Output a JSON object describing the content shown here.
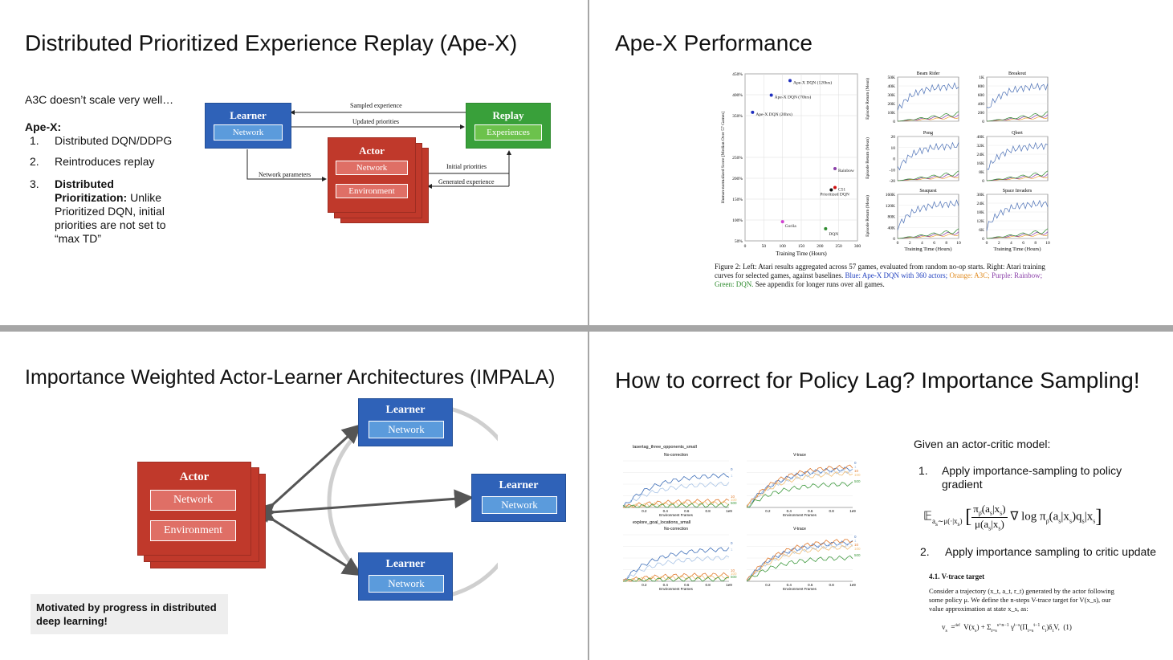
{
  "slide1": {
    "title": "Distributed Prioritized Experience Replay (Ape-X)",
    "intro": "A3C doesn’t scale very well…",
    "apex_label": "Ape-X:",
    "items": [
      {
        "num": "1.",
        "text": "Distributed DQN/DDPG"
      },
      {
        "num": "2.",
        "text": "Reintroduces replay"
      },
      {
        "num": "3.",
        "bold": "Distributed Prioritization:",
        "text": " Unlike Prioritized DQN, initial priorities are not set to “max TD”"
      }
    ],
    "diagram": {
      "learner": "Learner",
      "learner_net": "Network",
      "replay": "Replay",
      "replay_exp": "Experiences",
      "actor": "Actor",
      "actor_net": "Network",
      "actor_env": "Environment",
      "sampled": "Sampled experience",
      "updated": "Updated priorities",
      "netparams": "Network parameters",
      "initprio": "Initial priorities",
      "genexp": "Generated experience"
    }
  },
  "slide2": {
    "title": "Ape-X Performance",
    "scatter": {
      "ylabel": "Human-normalized Score [Median Over 57 Games]",
      "xlabel": "Training Time (Hours)",
      "yticks": [
        "450%",
        "400%",
        "350%",
        "250%",
        "200%",
        "150%",
        "100%",
        "50%"
      ],
      "xticks": [
        "0",
        "50",
        "100",
        "150",
        "200",
        "250",
        "300"
      ],
      "points": [
        {
          "label": "Ape-X DQN (120hrs)",
          "x": 120,
          "y": 434,
          "color": "#1f2fbf"
        },
        {
          "label": "Ape-X DQN (70hrs)",
          "x": 70,
          "y": 399,
          "color": "#1f2fbf"
        },
        {
          "label": "Ape-X DQN (20hrs)",
          "x": 20,
          "y": 358,
          "color": "#1f2fbf"
        },
        {
          "label": "Rainbow",
          "x": 240,
          "y": 223,
          "color": "#8a3fa8"
        },
        {
          "label": "C51",
          "x": 240,
          "y": 178,
          "color": "#d01010"
        },
        {
          "label": "Prioritized DQN",
          "x": 230,
          "y": 172,
          "color": "#111111"
        },
        {
          "label": "Gorila",
          "x": 100,
          "y": 96,
          "color": "#d040d0"
        },
        {
          "label": "DQN",
          "x": 215,
          "y": 79,
          "color": "#2e8b2e"
        }
      ]
    },
    "panels": [
      {
        "name": "Beam Rider",
        "yticks": [
          "50K",
          "40K",
          "30K",
          "20K",
          "10K",
          "0"
        ]
      },
      {
        "name": "Breakout",
        "yticks": [
          "1K",
          "800",
          "600",
          "400",
          "200",
          "0"
        ]
      },
      {
        "name": "Pong",
        "yticks": [
          "20",
          "10",
          "0",
          "-10",
          "-20"
        ]
      },
      {
        "name": "Qbert",
        "yticks": [
          "40K",
          "32K",
          "24K",
          "16K",
          "8K",
          "0"
        ]
      },
      {
        "name": "Seaquest",
        "yticks": [
          "160K",
          "120K",
          "80K",
          "40K",
          "0"
        ]
      },
      {
        "name": "Space Invaders",
        "yticks": [
          "30K",
          "24K",
          "18K",
          "12K",
          "6K",
          "0"
        ]
      }
    ],
    "ylabel_panel": "Episode Return (Mean)",
    "xlabel_panel": "Training Time (Hours)",
    "xticks_panel": [
      "0",
      "2",
      "4",
      "6",
      "8",
      "10"
    ],
    "caption_a": "Figure 2: Left: Atari results aggregated across 57 games, evaluated from random no-op starts. Right: Atari training curves for selected games, against baselines. ",
    "caption_blue": "Blue: Ape-X DQN with 360 actors;",
    "caption_orange": "Orange: A3C;",
    "caption_purple": "Purple: Rainbow;",
    "caption_green": "Green: DQN.",
    "caption_end": " See appendix for longer runs over all games."
  },
  "slide3": {
    "title": "Importance Weighted Actor-Learner Architectures (IMPALA)",
    "actor": "Actor",
    "actor_net": "Network",
    "actor_env": "Environment",
    "learner": "Learner",
    "learner_net": "Network",
    "callout": "Motivated by progress in distributed deep learning!"
  },
  "slide4": {
    "title": "How to correct for Policy Lag? Importance Sampling!",
    "plots": {
      "title1": "lasertag_three_opponents_small",
      "title2": "explore_goal_locations_small",
      "nocorr": "No-correction",
      "vtrace": "V-trace",
      "xlabel": "Environment Frames",
      "xticks": [
        "0.2",
        "0.4",
        "0.6",
        "0.8",
        "1e9"
      ],
      "legend": [
        "0",
        "1",
        "10",
        "100",
        "500"
      ]
    },
    "given": "Given an actor-critic model:",
    "step1_num": "1.",
    "step1": "Apply importance-sampling to policy gradient",
    "step2_num": "2.",
    "step2": "Apply importance sampling to critic update",
    "section": "4.1. V-trace target",
    "para": "Consider a trajectory (x_t, a_t, r_t) generated by the actor following some policy μ. We define the n-steps V-trace target for V(x_s), our value approximation at state x_s, as:"
  }
}
